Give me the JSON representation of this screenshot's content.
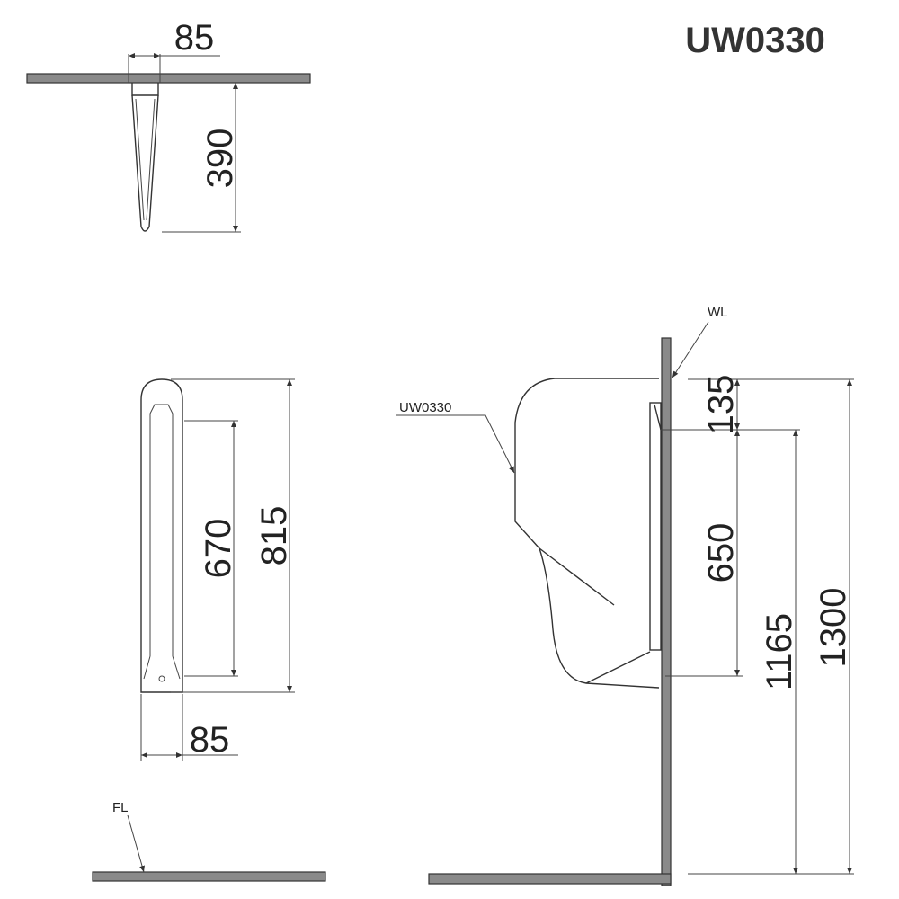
{
  "title": "UW0330",
  "top_view": {
    "width_label": "85",
    "depth_label": "390"
  },
  "front_view": {
    "height_label": "815",
    "spacing_label": "670",
    "width_label": "85",
    "floor_label": "FL"
  },
  "side_view": {
    "wall_label": "WL",
    "model_label": "UW0330",
    "dims": [
      "135",
      "650",
      "1165",
      "1300"
    ]
  },
  "colors": {
    "wall_fill": "#8a8a8a",
    "line": "#333333"
  }
}
